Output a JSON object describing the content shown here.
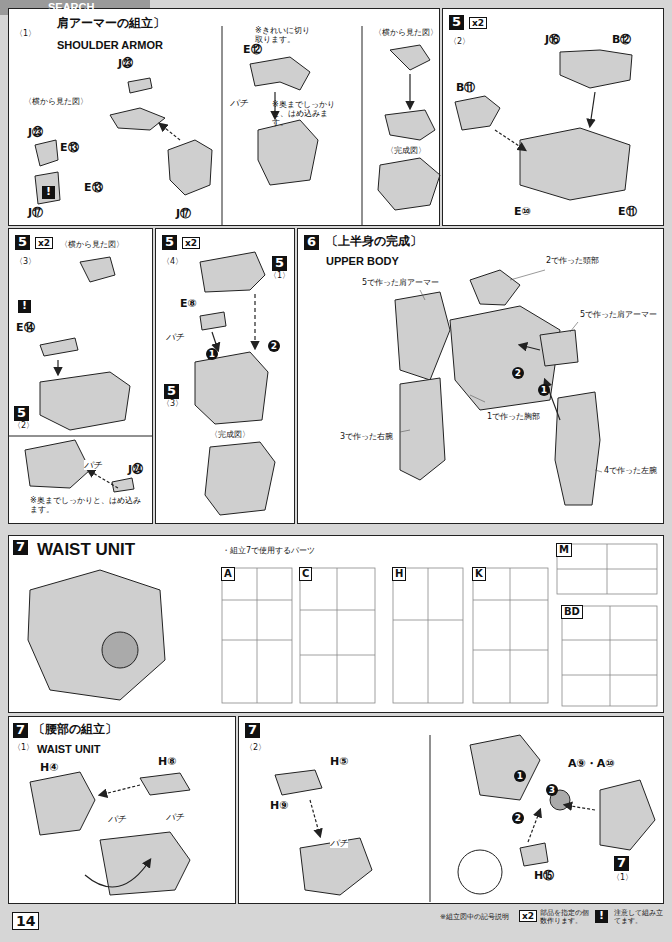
{
  "diagram": {
    "nodes": [
      {
        "text": [
          "〈1〉",
          "肩アーマーの組立〕",
          "SHOULDER ARMOR"
        ]
      },
      {
        "text": [
          "5",
          "x2",
          "〈2〉"
        ]
      },
      {
        "text": [
          "5",
          "x2",
          "〈3〉"
        ]
      },
      {
        "text": [
          "5",
          "x2",
          "〈4〉"
        ]
      },
      {
        "text": [
          "6",
          "〔上半身の完成〕",
          "UPPER BODY"
        ]
      },
      {
        "text": [
          "7",
          "WAIST UNIT"
        ]
      },
      {
        "text": [
          "A"
        ],
        "in": 5
      },
      {
        "text": [
          "C"
        ],
        "in": 5
      },
      {
        "text": [
          "H"
        ],
        "in": 5
      },
      {
        "text": [
          "K"
        ],
        "in": 5
      },
      {
        "text": [
          "M"
        ],
        "in": 5
      },
      {
        "text": [
          "BD"
        ],
        "in": 5
      },
      {
        "text": [
          "7",
          "〔腰部の組立〕",
          "〈1〉",
          "WAIST UNIT"
        ]
      },
      {
        "text": [
          "7",
          "〈2〉"
        ]
      }
    ],
    "labels": [
      "SEARCH",
      "J㉓",
      "〈横から見た図〉",
      "J㉓",
      "E⑬",
      "!",
      "E⑬",
      "J⑰",
      "J⑰",
      "※きれいに切り取ります。",
      "E⑫",
      "パチ",
      "※奥までしっかりと、はめ込みます。",
      "〈横から見た図〉",
      "〈完成図〉",
      "J⑯",
      "B⑫",
      "B⑪",
      "E⑩",
      "E⑪",
      "〈横から見た図〉",
      "!",
      "E⑭",
      "5",
      "〈2〉",
      "パチ",
      "J㉔",
      "※奥までしっかりと、はめ込みます。",
      "5",
      "〈1〉",
      "E⑧",
      "パチ",
      "1",
      "2",
      "5",
      "〈3〉",
      "〈完成図〉",
      "2で作った頭部",
      "5で作った肩アーマー",
      "5で作った肩アーマー",
      "2",
      "1",
      "1で作った胸部",
      "3で作った右腕",
      "4で作った左腕",
      "・組立7で使用するパーツ",
      "H④",
      "H⑧",
      "パチ",
      "パチ",
      "H⑤",
      "H⑨",
      "パチ",
      "1",
      "3",
      "2",
      "A⑨・A⑩",
      "H⑮",
      "7",
      "〈1〉",
      "14",
      "※組立図中の記号説明",
      "x2",
      "部品を指定の個数作ります。",
      "!",
      "注意して組み立てます。"
    ]
  }
}
